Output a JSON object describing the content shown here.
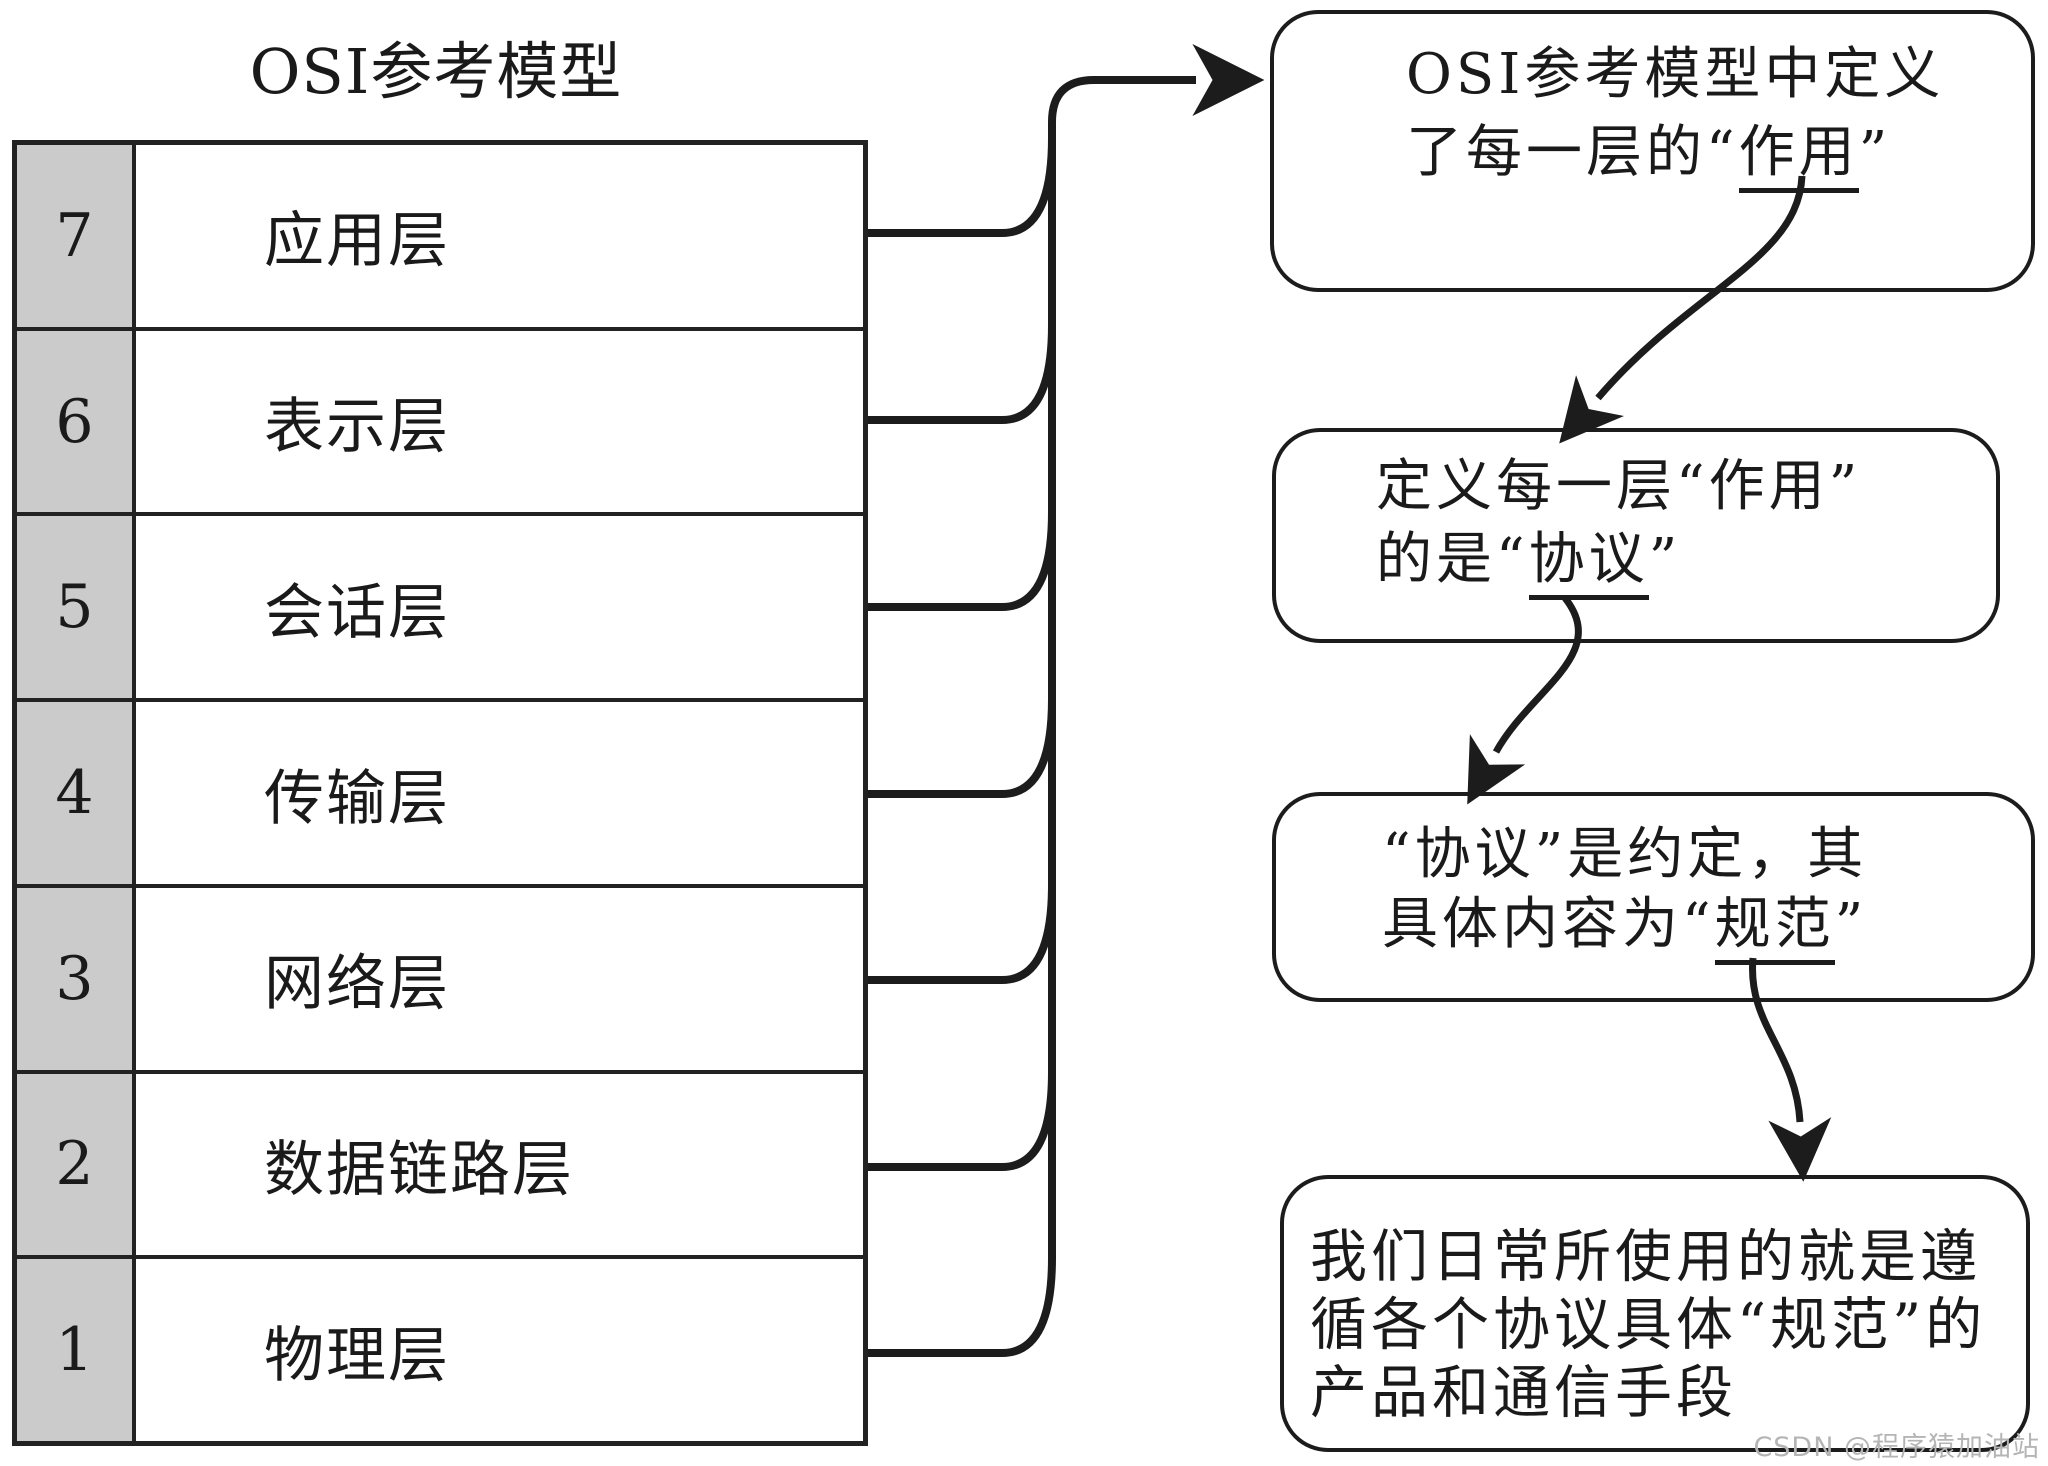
{
  "title": {
    "text": "OSI参考模型"
  },
  "osi_table": {
    "number_column_bg": "#cbcbcb",
    "rows": [
      {
        "number": "7",
        "label": "应用层"
      },
      {
        "number": "6",
        "label": "表示层"
      },
      {
        "number": "5",
        "label": "会话层"
      },
      {
        "number": "4",
        "label": "传输层"
      },
      {
        "number": "3",
        "label": "网络层"
      },
      {
        "number": "2",
        "label": "数据链路层"
      },
      {
        "number": "1",
        "label": "物理层"
      }
    ]
  },
  "callouts": [
    {
      "lines": [
        {
          "pre": "OSI参考模型中定义",
          "u": "",
          "post": ""
        },
        {
          "pre": "了每一层的“",
          "u": "作用",
          "post": "”"
        }
      ]
    },
    {
      "lines": [
        {
          "pre": "定义每一层“作用”",
          "u": "",
          "post": ""
        },
        {
          "pre": "的是“",
          "u": "协议",
          "post": "”"
        }
      ]
    },
    {
      "lines": [
        {
          "pre": "“协议”是约定，其",
          "u": "",
          "post": ""
        },
        {
          "pre": "具体内容为“",
          "u": "规范",
          "post": "”"
        }
      ]
    },
    {
      "lines": [
        {
          "pre": "我们日常所使用的就是遵",
          "u": "",
          "post": ""
        },
        {
          "pre": "循各个协议具体“规范”的",
          "u": "",
          "post": ""
        },
        {
          "pre": "产品和通信手段",
          "u": "",
          "post": ""
        }
      ]
    }
  ],
  "watermark": {
    "text": "CSDN @程序猿加油站",
    "color": "#b5b5b5"
  },
  "colors": {
    "line": "#1c1c1c",
    "text": "#1a1a1a"
  }
}
